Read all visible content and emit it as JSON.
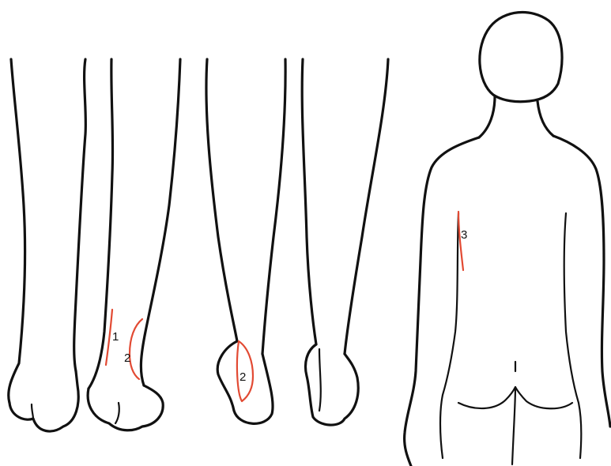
{
  "labels": {
    "lesion_1": "1",
    "lesion_2_front": "2",
    "lesion_2_back": "2",
    "lesion_3": "3"
  },
  "colors": {
    "outline": "#111111",
    "lesion": "#e24a33",
    "background": "#ffffff"
  }
}
